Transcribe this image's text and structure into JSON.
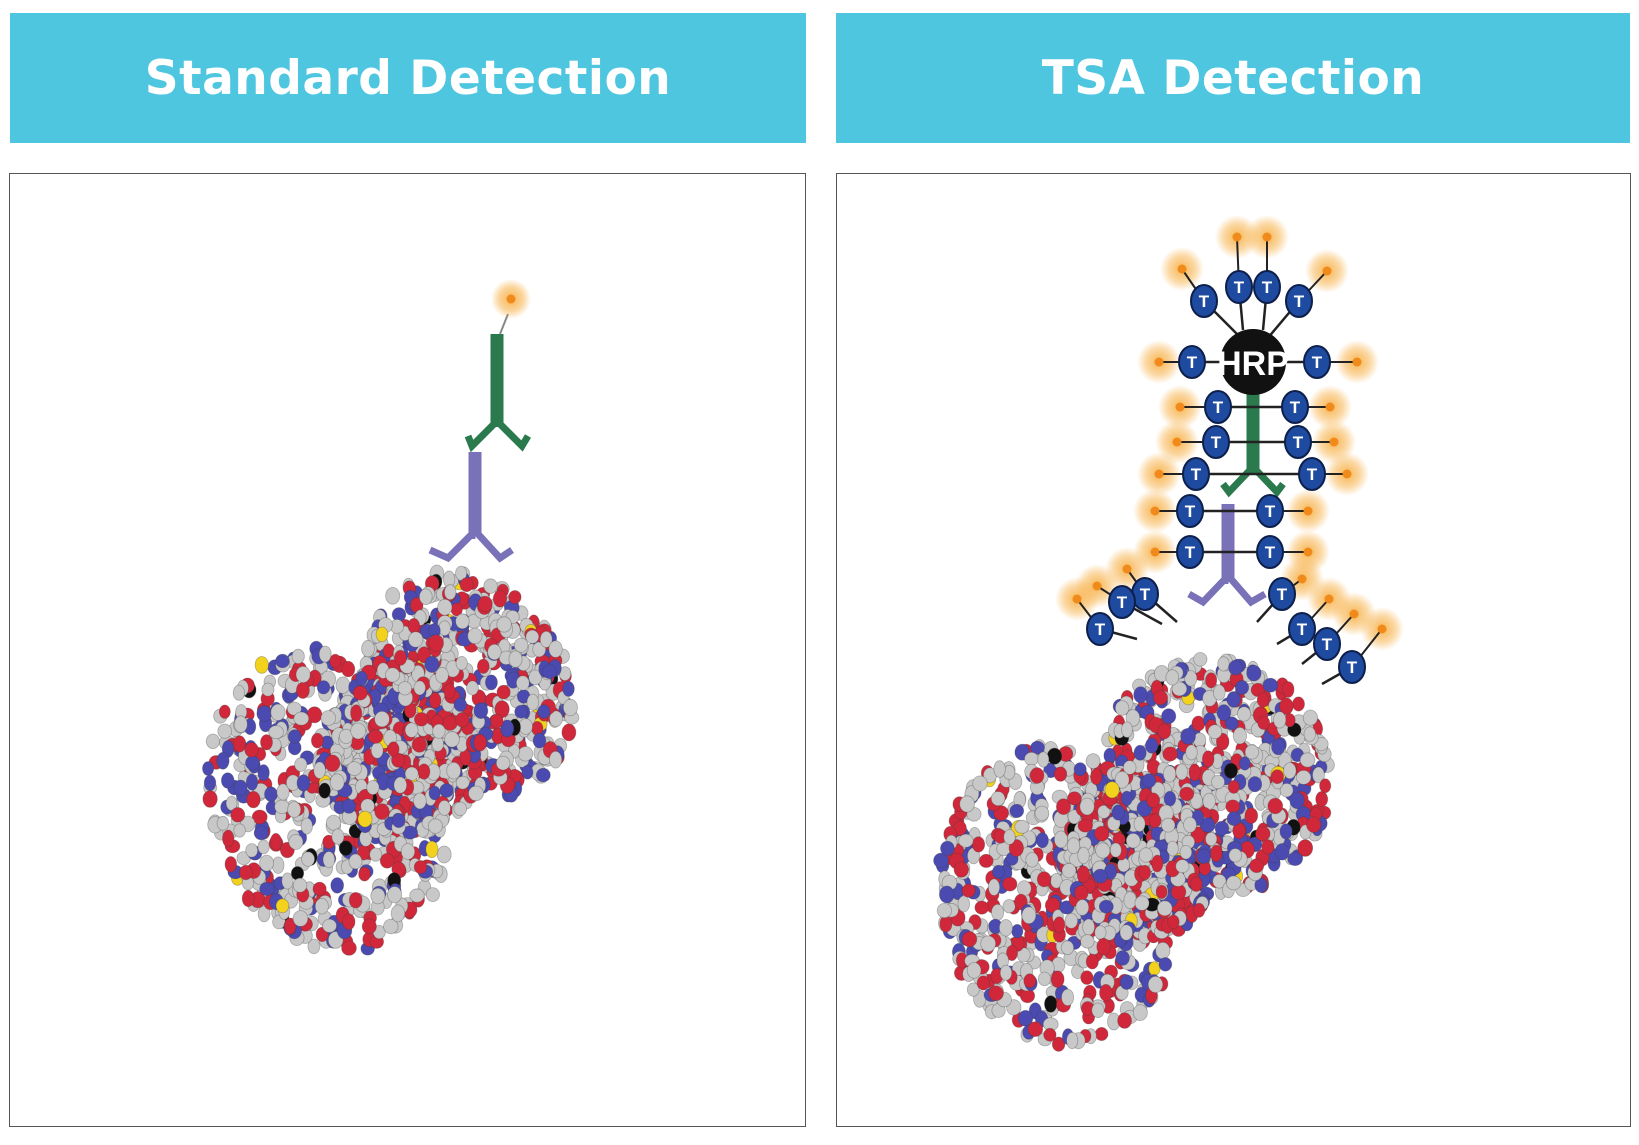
{
  "colors": {
    "header_bg": "#4fc6df",
    "header_text": "#ffffff",
    "antibody_primary": "#7a72b8",
    "antibody_secondary": "#2a7a4e",
    "fluor_glow": "#f7b24a",
    "fluor_core": "#f08a1a",
    "tyramide_fill": "#1e4aa0",
    "hrp_fill": "#111111",
    "atom_gray": "#c8c8c8",
    "atom_red": "#d0283a",
    "atom_blue": "#4a4ab0",
    "atom_yellow": "#f2d21c"
  },
  "panels": [
    {
      "id": "standard",
      "title": "Standard Detection"
    },
    {
      "id": "tsa",
      "title": "TSA Detection",
      "enzyme_label": "HRP",
      "tyramide_label": "T"
    }
  ]
}
